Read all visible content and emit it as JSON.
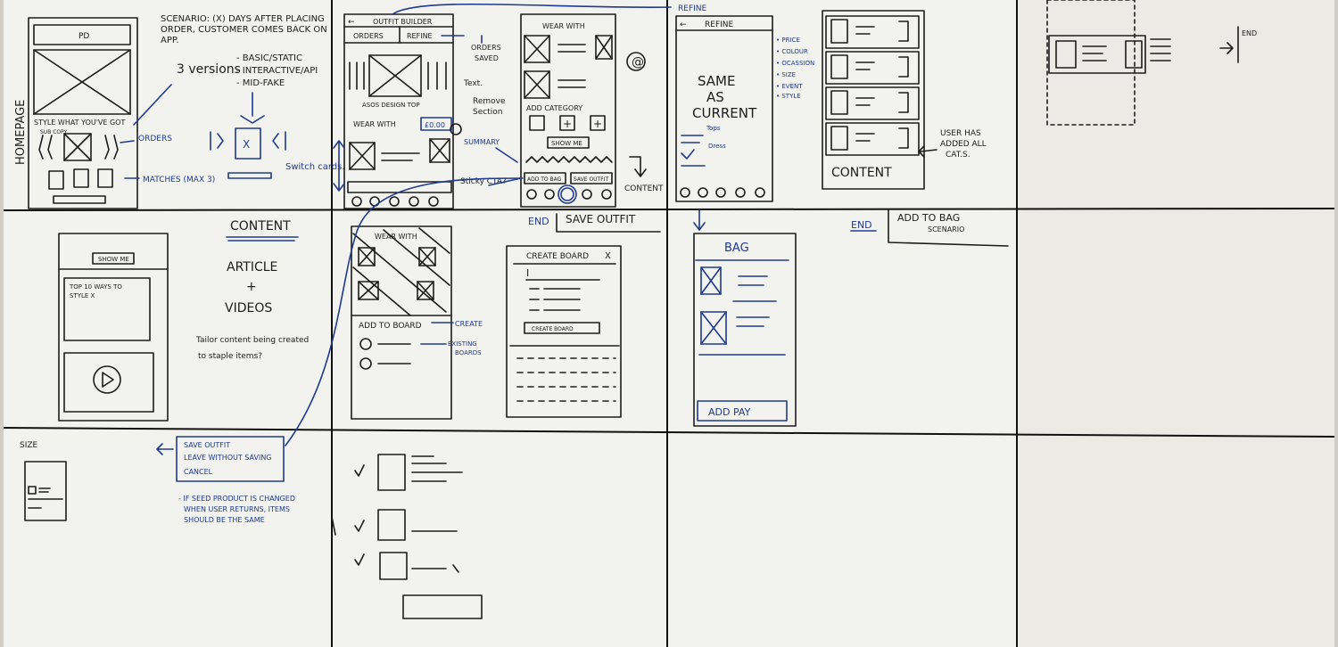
{
  "colors": {
    "ink": "#1c1c1c",
    "blue_ink": "#1f3a8f",
    "board": "#f2f2ef"
  },
  "homepage": {
    "side_label": "HOMEPAGE",
    "pd": "PD",
    "style_text": "STYLE WHAT YOU'VE GOT",
    "sub_copy": "SUB COPY",
    "orders": "ORDERS",
    "matches": "MATCHES (MAX 3)"
  },
  "scenario": {
    "line1": "SCENARIO: (X) DAYS AFTER PLACING",
    "line2": "ORDER, CUSTOMER COMES BACK ON",
    "line3": "APP.",
    "versions": "3 versions",
    "v1": "- BASIC/STATIC",
    "v2": "- INTERACTIVE/API",
    "v3": "- MID-FAKE",
    "switch_cards": "Switch cards."
  },
  "outfit_builder": {
    "title": "OUTFIT BUILDER",
    "orders": "ORDERS",
    "refine": "REFINE",
    "orders_saved": "ORDERS SAVED",
    "product": "ASOS DESIGN TOP",
    "wear_with": "WEAR WITH",
    "price": "£0.00",
    "text_label": "Text.",
    "remove_section": "Remove Section"
  },
  "wear_with": {
    "title": "WEAR WITH",
    "add_category": "ADD CATEGORY",
    "show_me": "SHOW ME",
    "summary": "SUMMARY",
    "sticky_cta": "Sticky CTA?",
    "add_to_bag": "ADD TO BAG",
    "save_outfit": "SAVE OUTFIT",
    "content": "CONTENT",
    "at_symbol": "@"
  },
  "refine": {
    "top_label": "REFINE",
    "title": "REFINE",
    "same_as_current": [
      "SAME",
      "AS",
      "CURRENT"
    ],
    "tops": "Tops",
    "dress": "Dress",
    "filters": [
      "• PRICE",
      "• COLOUR",
      "• OCASSION",
      "• SIZE",
      "• EVENT",
      "• STYLE"
    ]
  },
  "content_col": {
    "content": "CONTENT",
    "user_note": [
      "USER HAS",
      "ADDED ALL",
      "CAT.S."
    ]
  },
  "end_labels": {
    "end": "END"
  },
  "content_page": {
    "show_me": "SHOW ME",
    "article_title": [
      "TOP 10 WAYS TO",
      "STYLE X"
    ],
    "heading": "CONTENT",
    "article": "ARTICLE",
    "plus": "+",
    "videos": "VIDEOS",
    "note": [
      "Tailor content being created",
      "to staple items?"
    ]
  },
  "board_flow": {
    "wear_with": "WEAR WITH",
    "add_to_board": "ADD TO BOARD",
    "create": "CREATE",
    "existing_boards": [
      "EXISTING",
      "BOARDS"
    ]
  },
  "save_outfit": {
    "end": "END",
    "title": "SAVE OUTFIT",
    "create_board": "CREATE BOARD",
    "close": "X",
    "cursor": "I",
    "button": "CREATE BOARD"
  },
  "bag": {
    "title": "BAG",
    "pay": "ADD PAY"
  },
  "add_to_bag": {
    "end": "END",
    "line1": "ADD TO BAG",
    "line2": "SCENARIO"
  },
  "size_panel": {
    "label": "SIZE"
  },
  "save_menu": {
    "items": [
      "SAVE OUTFIT",
      "LEAVE WITHOUT SAVING",
      "CANCEL"
    ],
    "note": [
      "- IF SEED PRODUCT IS CHANGED",
      "WHEN USER RETURNS, ITEMS",
      "SHOULD BE THE SAME"
    ]
  }
}
